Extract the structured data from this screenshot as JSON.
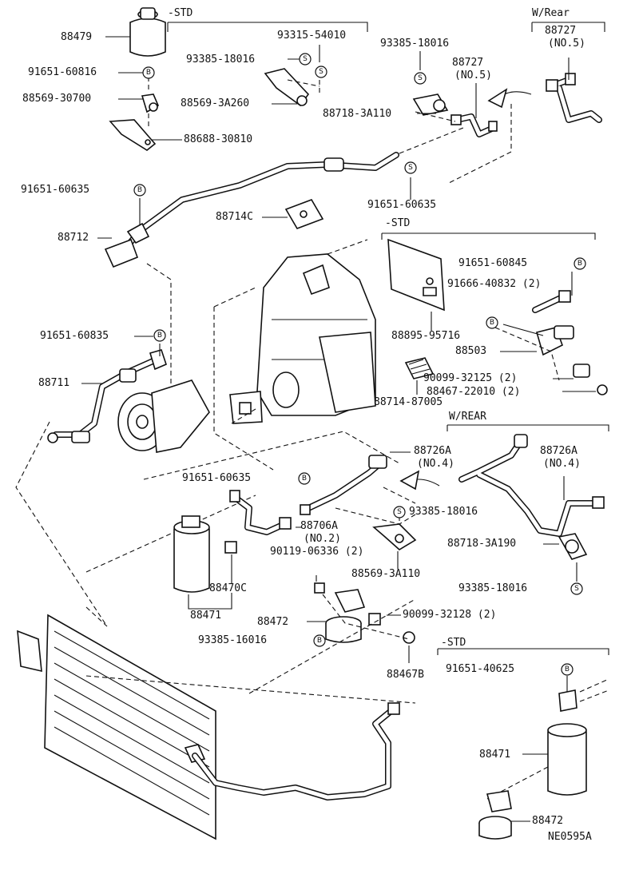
{
  "labels": {
    "std_1": "-STD",
    "w_rear_1": "W/Rear",
    "p88479": "88479",
    "p93315_54010": "93315-54010",
    "p93385_18016_a": "93385-18016",
    "p93385_18016_b": "93385-18016",
    "p88727_a": "88727",
    "p88727_a_no": "(NO.5)",
    "p88727_b": "88727",
    "p88727_b_no": "(NO.5)",
    "p91651_60816": "91651-60816",
    "p88569_30700": "88569-30700",
    "p88569_3a260": "88569-3A260",
    "p88718_3a110": "88718-3A110",
    "p88688_30810": "88688-30810",
    "p91651_60635_a": "91651-60635",
    "p91651_60635_b": "91651-60635",
    "p88714c": "88714C",
    "p88712": "88712",
    "std_2": "-STD",
    "p91651_60845": "91651-60845",
    "p91666_40832": "91666-40832 (2)",
    "p91651_60835": "91651-60835",
    "p88895_95716": "88895-95716",
    "p88503": "88503",
    "p88711": "88711",
    "p90099_32125": "90099-32125 (2)",
    "p88467_22010": "88467-22010 (2)",
    "p88714_87005": "88714-87005",
    "w_rear_2": "W/REAR",
    "p88726a_a": "88726A",
    "p88726a_a_no": "(NO.4)",
    "p88726a_b": "88726A",
    "p88726a_b_no": "(NO.4)",
    "p91651_60635_c": "91651-60635",
    "p93385_18016_c": "93385-18016",
    "p88706a": "88706A",
    "p88706a_no": "(NO.2)",
    "p88718_3a190": "88718-3A190",
    "p90119_06336": "90119-06336 (2)",
    "p88569_3a110": "88569-3A110",
    "p88470c": "88470C",
    "p93385_18016_d": "93385-18016",
    "p88471_a": "88471",
    "p88472_a": "88472",
    "p90099_32128": "90099-32128 (2)",
    "p93385_16016": "93385-16016",
    "p88467b": "88467B",
    "std_3": "-STD",
    "p91651_40625": "91651-40625",
    "p88471_b": "88471",
    "p88472_b": "88472",
    "diagram_code": "NE0595A"
  },
  "symbols": {
    "s": "S",
    "b": "B"
  }
}
